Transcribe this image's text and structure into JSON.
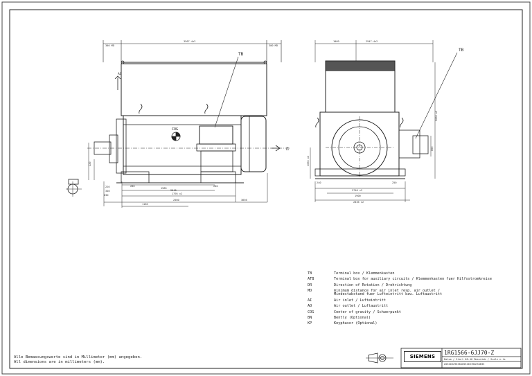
{
  "dimensions": {
    "top_overall": "3567.4±3",
    "top_left_clear": "300 MD",
    "top_right_clear": "300 MD",
    "bottom_outer": "3656",
    "bottom_mid": "2560",
    "bottom_inner1": "1795 ±2",
    "bottom_inner2": "1585",
    "bottom_d1": "2040",
    "bottom_left": "1185",
    "left_small1": "226",
    "left_small2": "340",
    "left_small3": "630",
    "shaft_dia": "220",
    "right_small1": "200",
    "right_small2": "200",
    "side_top_left": "1009",
    "side_top_right": "2947.4±2",
    "side_right_height": "2000 ±2",
    "side_left_height": "1065 ±2",
    "side_foot_a": "2740 ±2",
    "side_foot_b": "1900",
    "side_bottom": "2836 ±2",
    "side_small_left": "240",
    "side_small_right": "250",
    "side_right_small": "860"
  },
  "drawing_labels": {
    "tb_front": "TB",
    "tb_side": "TB",
    "ao_label": "AO",
    "ai_label": "AI",
    "cog_label": "COG"
  },
  "legend": [
    {
      "abbr": "TB",
      "desc": "Terminal box  /  Klemmenkasten"
    },
    {
      "abbr": "ATB",
      "desc": "Terminal box for auxiliary circuits  /  Klemmenkasten fuer Hilfsstromkreise"
    },
    {
      "abbr": "DR",
      "desc": "Direction of Rotation  /  Drehrichtung"
    },
    {
      "abbr": "MD",
      "desc": "minimum distance for air inlet resp. air outlet  /\nMindestabstand fuer Lufteintritt bzw. Luftaustritt"
    },
    {
      "abbr": "AI",
      "desc": "Air inlet  /  Lufteintritt"
    },
    {
      "abbr": "AO",
      "desc": "Air outlet  /  Luftaustritt"
    },
    {
      "abbr": "COG",
      "desc": "Center of gravity  /  Schwerpunkt"
    },
    {
      "abbr": "BN",
      "desc": "Bently (Optional)"
    },
    {
      "abbr": "KP",
      "desc": "Keyphasor (Optional)"
    }
  ],
  "notes": {
    "line1": "Alle Bemassungswerte sind in Millimeter (mm) angegeben.",
    "line2": "All dimensions are in millimeters (mm)."
  },
  "title_block": {
    "logo": "SIEMENS",
    "code": "1RG1566-6JJ70-Z",
    "small1": "Datum / Start 08.40  Massstab / Scale n.ts",
    "small2": "A5E40329638405E46376AE54B35"
  }
}
